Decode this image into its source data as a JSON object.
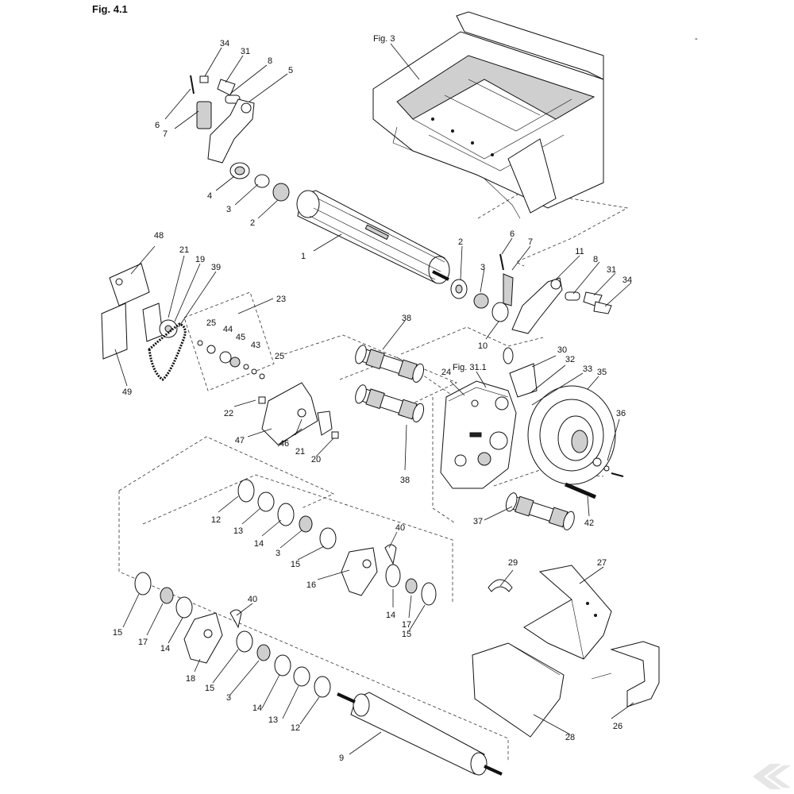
{
  "figure": {
    "title": "Fig. 4.1",
    "corner_mark": "-"
  },
  "references": [
    {
      "id": "fig3",
      "text": "Fig. 3"
    },
    {
      "id": "fig311",
      "text": "Fig. 31.1"
    }
  ],
  "callouts": [
    {
      "id": "c34a",
      "text": "34"
    },
    {
      "id": "c31a",
      "text": "31"
    },
    {
      "id": "c8a",
      "text": "8"
    },
    {
      "id": "c5",
      "text": "5"
    },
    {
      "id": "c6a",
      "text": "6"
    },
    {
      "id": "c7a",
      "text": "7"
    },
    {
      "id": "c4",
      "text": "4"
    },
    {
      "id": "c3a",
      "text": "3"
    },
    {
      "id": "c2a",
      "text": "2"
    },
    {
      "id": "c1",
      "text": "1"
    },
    {
      "id": "c2b",
      "text": "2"
    },
    {
      "id": "c6b",
      "text": "6"
    },
    {
      "id": "c7b",
      "text": "7"
    },
    {
      "id": "c3b",
      "text": "3"
    },
    {
      "id": "c11",
      "text": "11"
    },
    {
      "id": "c8b",
      "text": "8"
    },
    {
      "id": "c31b",
      "text": "31"
    },
    {
      "id": "c34b",
      "text": "34"
    },
    {
      "id": "c10",
      "text": "10"
    },
    {
      "id": "c48",
      "text": "48"
    },
    {
      "id": "c21a",
      "text": "21"
    },
    {
      "id": "c19",
      "text": "19"
    },
    {
      "id": "c39",
      "text": "39"
    },
    {
      "id": "c23",
      "text": "23"
    },
    {
      "id": "c25a",
      "text": "25"
    },
    {
      "id": "c44",
      "text": "44"
    },
    {
      "id": "c45",
      "text": "45"
    },
    {
      "id": "c43",
      "text": "43"
    },
    {
      "id": "c25b",
      "text": "25"
    },
    {
      "id": "c49",
      "text": "49"
    },
    {
      "id": "c22",
      "text": "22"
    },
    {
      "id": "c47",
      "text": "47"
    },
    {
      "id": "c46",
      "text": "46"
    },
    {
      "id": "c21b",
      "text": "21"
    },
    {
      "id": "c20",
      "text": "20"
    },
    {
      "id": "c38a",
      "text": "38"
    },
    {
      "id": "c38b",
      "text": "38"
    },
    {
      "id": "c30",
      "text": "30"
    },
    {
      "id": "c24",
      "text": "24"
    },
    {
      "id": "c32",
      "text": "32"
    },
    {
      "id": "c33",
      "text": "33"
    },
    {
      "id": "c35",
      "text": "35"
    },
    {
      "id": "c36",
      "text": "36"
    },
    {
      "id": "c37",
      "text": "37"
    },
    {
      "id": "c42",
      "text": "42"
    },
    {
      "id": "c12a",
      "text": "12"
    },
    {
      "id": "c13a",
      "text": "13"
    },
    {
      "id": "c14a",
      "text": "14"
    },
    {
      "id": "c3c",
      "text": "3"
    },
    {
      "id": "c15a",
      "text": "15"
    },
    {
      "id": "c40a",
      "text": "40"
    },
    {
      "id": "c16",
      "text": "16"
    },
    {
      "id": "c14b",
      "text": "14"
    },
    {
      "id": "c17a",
      "text": "17"
    },
    {
      "id": "c15b",
      "text": "15"
    },
    {
      "id": "c29",
      "text": "29"
    },
    {
      "id": "c27",
      "text": "27"
    },
    {
      "id": "c15c",
      "text": "15"
    },
    {
      "id": "c17b",
      "text": "17"
    },
    {
      "id": "c14c",
      "text": "14"
    },
    {
      "id": "c40b",
      "text": "40"
    },
    {
      "id": "c18",
      "text": "18"
    },
    {
      "id": "c15d",
      "text": "15"
    },
    {
      "id": "c3d",
      "text": "3"
    },
    {
      "id": "c14d",
      "text": "14"
    },
    {
      "id": "c13b",
      "text": "13"
    },
    {
      "id": "c12b",
      "text": "12"
    },
    {
      "id": "c28",
      "text": "28"
    },
    {
      "id": "c26",
      "text": "26"
    },
    {
      "id": "c9",
      "text": "9"
    }
  ]
}
